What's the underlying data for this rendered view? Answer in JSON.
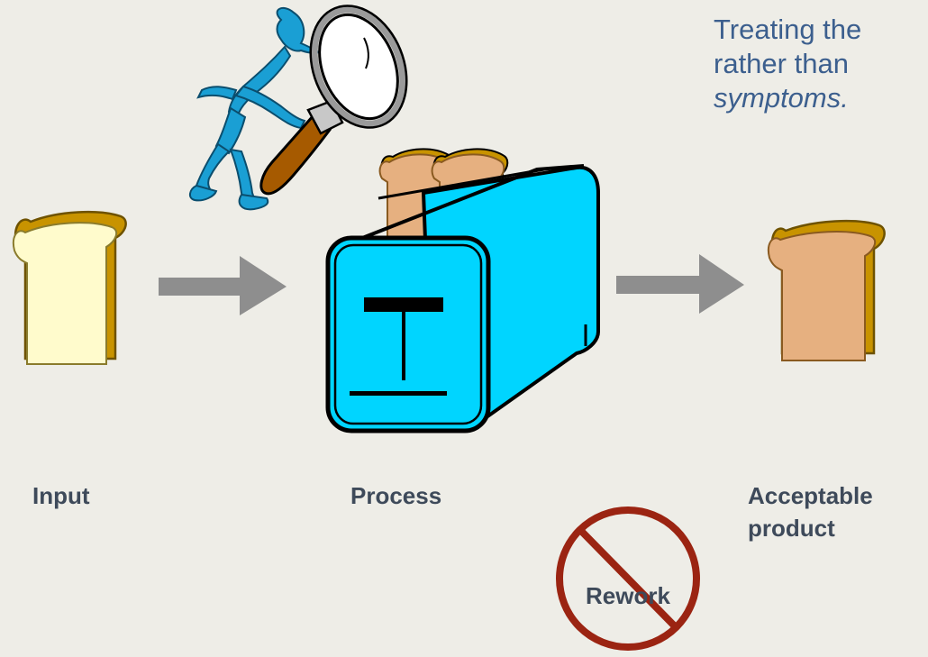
{
  "labels": {
    "input": "Input",
    "process": "Process",
    "acceptable_line1": "Acceptable",
    "acceptable_line2": "product",
    "rework": "Rework"
  },
  "note": {
    "line1": "Treating the",
    "line2": "rather than",
    "line3": "symptoms."
  },
  "colors": {
    "background": "#EEEDE7",
    "toaster": "#00D5FF",
    "toast": "#E6B080",
    "bread": "#FFFBCC",
    "crust": "#C89300",
    "arrow": "#8E8E8E",
    "prohibit": "#9B2412",
    "inspector": "#1A9FD4",
    "label_text": "#3E4A5A",
    "note_text": "#3C5F8E"
  },
  "icons": {
    "inspector": "person-with-magnifier-icon",
    "input": "bread-slice-icon",
    "process": "toaster-icon",
    "output": "toast-slice-icon",
    "rework": "prohibition-sign-icon"
  }
}
